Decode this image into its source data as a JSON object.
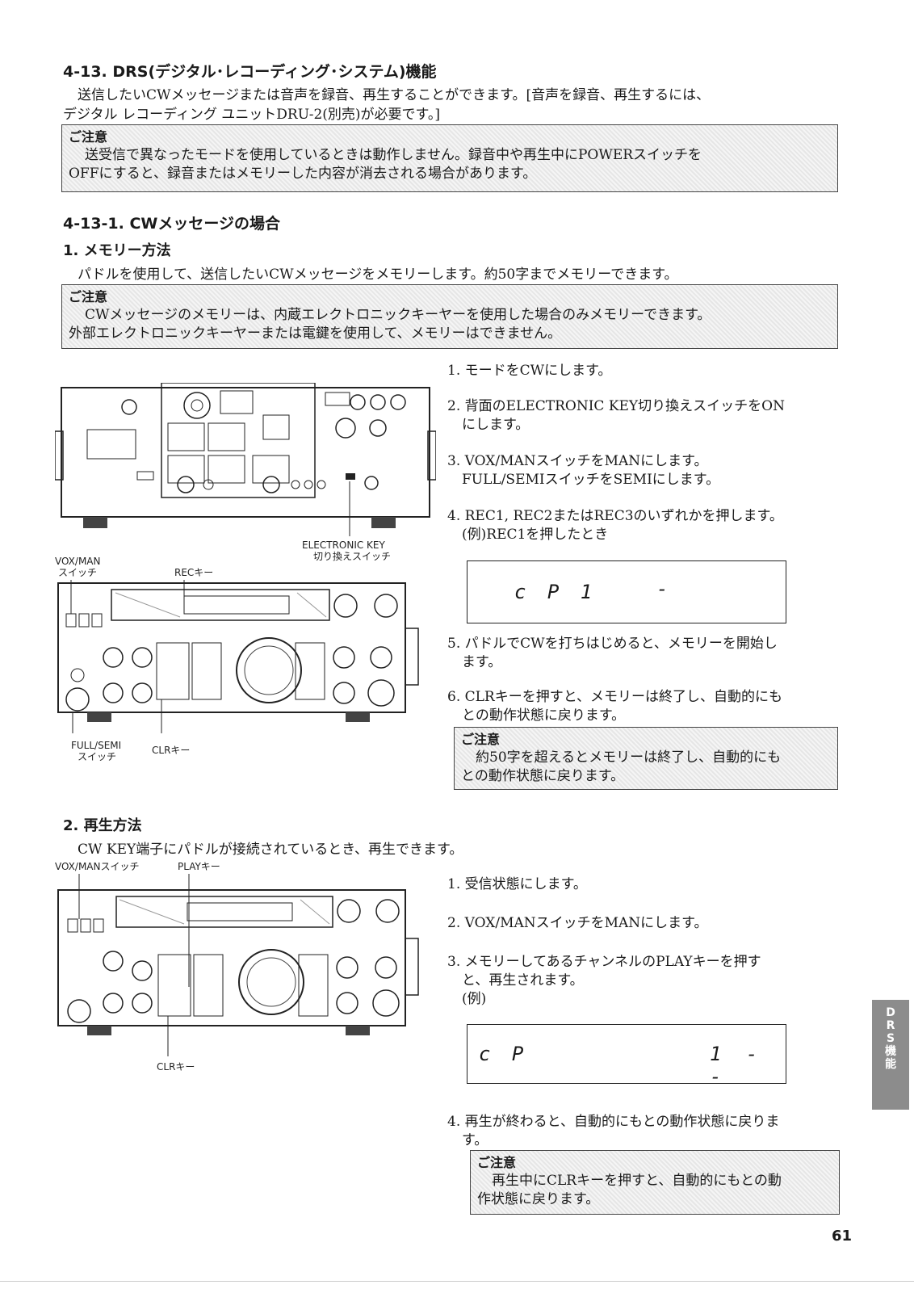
{
  "section": {
    "title": "4-13.  DRS(デジタル･レコーディング･システム)機能",
    "intro_line1": "送信したいCWメッセージまたは音声を録音、再生することができます。[音声を録音、再生するには、",
    "intro_line2": "デジタル レコーディング ユニットDRU-2(別売)が必要です。]",
    "caution": {
      "title": "ご注意",
      "line1": "送受信で異なったモードを使用しているときは動作しません。録音中や再生中にPOWERスイッチを",
      "line2": "OFFにすると、録音またはメモリーした内容が消去される場合があります。"
    }
  },
  "subsection": {
    "title": "4-13-1.  CWメッセージの場合"
  },
  "memory": {
    "title": "1. メモリー方法",
    "intro": "パドルを使用して、送信したいCWメッセージをメモリーします。約50字までメモリーできます。",
    "caution": {
      "title": "ご注意",
      "line1": "CWメッセージのメモリーは、内蔵エレクトロニックキーヤーを使用した場合のみメモリーできます。",
      "line2": "外部エレクトロニックキーヤーまたは電鍵を使用して、メモリーはできません。"
    },
    "steps": [
      {
        "l1": "1. モードをCWにします。",
        "l2": ""
      },
      {
        "l1": "2. 背面のELECTRONIC KEY切り換えスイッチをON",
        "l2": "にします。"
      },
      {
        "l1": "3. VOX/MANスイッチをMANにします。",
        "l2": "FULL/SEMIスイッチをSEMIにします。"
      },
      {
        "l1": "4. REC1, REC2またはREC3のいずれかを押します。",
        "l2": "(例)REC1を押したとき"
      },
      {
        "l1": "5. パドルでCWを打ちはじめると、メモリーを開始し",
        "l2": "ます。"
      },
      {
        "l1": "6. CLRキーを押すと、メモリーは終了し、自動的にも",
        "l2": "との動作状態に戻ります。"
      }
    ],
    "lcd": {
      "left": "c P  1",
      "right": "-"
    },
    "caution2": {
      "title": "ご注意",
      "line1": "約50字を超えるとメモリーは終了し、自動的にも",
      "line2": "との動作状態に戻ります。"
    },
    "labels": {
      "electronic_key_1": "ELECTRONIC KEY",
      "electronic_key_2": "切り換えスイッチ",
      "vox_man_1": "VOX/MAN",
      "vox_man_2": "スイッチ",
      "rec_key": "RECキー",
      "full_semi_1": "FULL/SEMI",
      "full_semi_2": "スイッチ",
      "clr_key": "CLRキー"
    }
  },
  "playback": {
    "title": "2. 再生方法",
    "intro": "CW KEY端子にパドルが接続されているとき、再生できます。",
    "steps": [
      {
        "l1": "1. 受信状態にします。",
        "l2": "",
        "l3": ""
      },
      {
        "l1": "2. VOX/MANスイッチをMANにします。",
        "l2": "",
        "l3": ""
      },
      {
        "l1": "3. メモリーしてあるチャンネルのPLAYキーを押す",
        "l2": "と、再生されます。",
        "l3": "(例)"
      },
      {
        "l1": "4. 再生が終わると、自動的にもとの動作状態に戻りま",
        "l2": "す。",
        "l3": ""
      }
    ],
    "lcd": {
      "left": "c P",
      "right": "1 - -"
    },
    "caution": {
      "title": "ご注意",
      "line1": "再生中にCLRキーを押すと、自動的にもとの動",
      "line2": "作状態に戻ります。"
    },
    "labels": {
      "vox_man": "VOX/MANスイッチ",
      "play_key": "PLAYキー",
      "clr_key": "CLRキー"
    }
  },
  "side_tab": [
    "D",
    "R",
    "S",
    "機",
    "能"
  ],
  "page_number": "61"
}
